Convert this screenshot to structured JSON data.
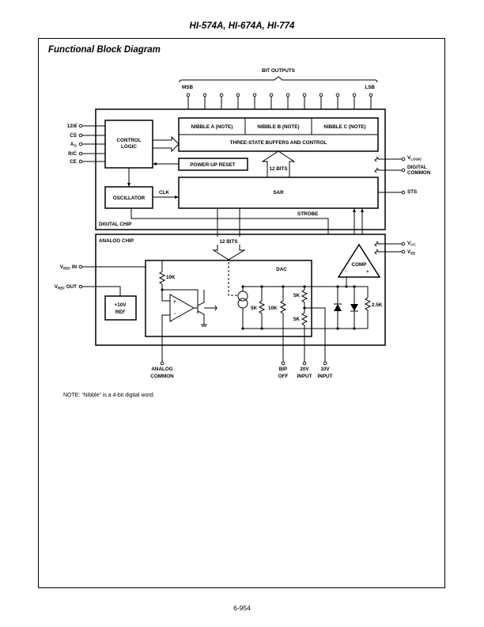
{
  "header": {
    "part_numbers": "HI-574A, HI-674A, HI-774"
  },
  "diagram": {
    "title": "Functional Block Diagram",
    "bit_outputs_label": "BIT OUTPUTS",
    "msb_label": "MSB",
    "lsb_label": "LSB",
    "digital_chip": {
      "label": "DIGITAL CHIP",
      "control_logic_line1": "CONTROL",
      "control_logic_line2": "LOGIC",
      "nibble_a": "NIBBLE A (NOTE)",
      "nibble_b": "NIBBLE B (NOTE)",
      "nibble_c": "NIBBLE C (NOTE)",
      "buffers": "THREE-STATE BUFFERS AND CONTROL",
      "power_up_reset": "POWER-UP RESET",
      "bits_12": "12 BITS",
      "oscillator": "OSCILLATOR",
      "clk": "CLK",
      "sar": "SAR",
      "strobe": "STROBE"
    },
    "analog_chip": {
      "label": "ANALOG CHIP",
      "bits_12": "12 BITS",
      "dac": "DAC",
      "comp": "COMP",
      "comp_minus": "-",
      "comp_plus": "+",
      "ref_line1": "+10V",
      "ref_line2": "REF",
      "r_10k_top": "10K",
      "r_5k_left": "5K",
      "r_10k_mid": "10K",
      "r_5k_upper": "5K",
      "r_5k_lower": "5K",
      "r_2_5k": "2.5K",
      "amp_plus": "+",
      "amp_minus": "-"
    },
    "left_pins": {
      "pin_12_8": "12/8̅",
      "pin_cs": "C̅S̅",
      "pin_a0_main": "A",
      "pin_a0_sub": "O",
      "pin_rc": "R/C̅",
      "pin_ce": "CE",
      "vref_in_main": "V",
      "vref_in_sub": "REF",
      "vref_in_tail": " IN",
      "vref_out_main": "V",
      "vref_out_sub": "REF",
      "vref_out_tail": " OUT"
    },
    "right_pins": {
      "vlogic_main": "V",
      "vlogic_sub": "LOGIC",
      "digital_common_line1": "DIGITAL",
      "digital_common_line2": "COMMON",
      "sts": "STS",
      "vcc_main": "V",
      "vcc_sub": "CC",
      "vee_main": "V",
      "vee_sub": "EE"
    },
    "bottom_pins": {
      "analog_common_line1": "ANALOG",
      "analog_common_line2": "COMMON",
      "bip_off_line1": "BIP",
      "bip_off_line2": "OFF",
      "input_20v_line1": "20V",
      "input_20v_line2": "INPUT",
      "input_10v_line1": "10V",
      "input_10v_line2": "INPUT"
    },
    "note": "NOTE:  “Nibble” is a 4-bit digital word."
  },
  "footer": {
    "page_number": "6-954"
  }
}
